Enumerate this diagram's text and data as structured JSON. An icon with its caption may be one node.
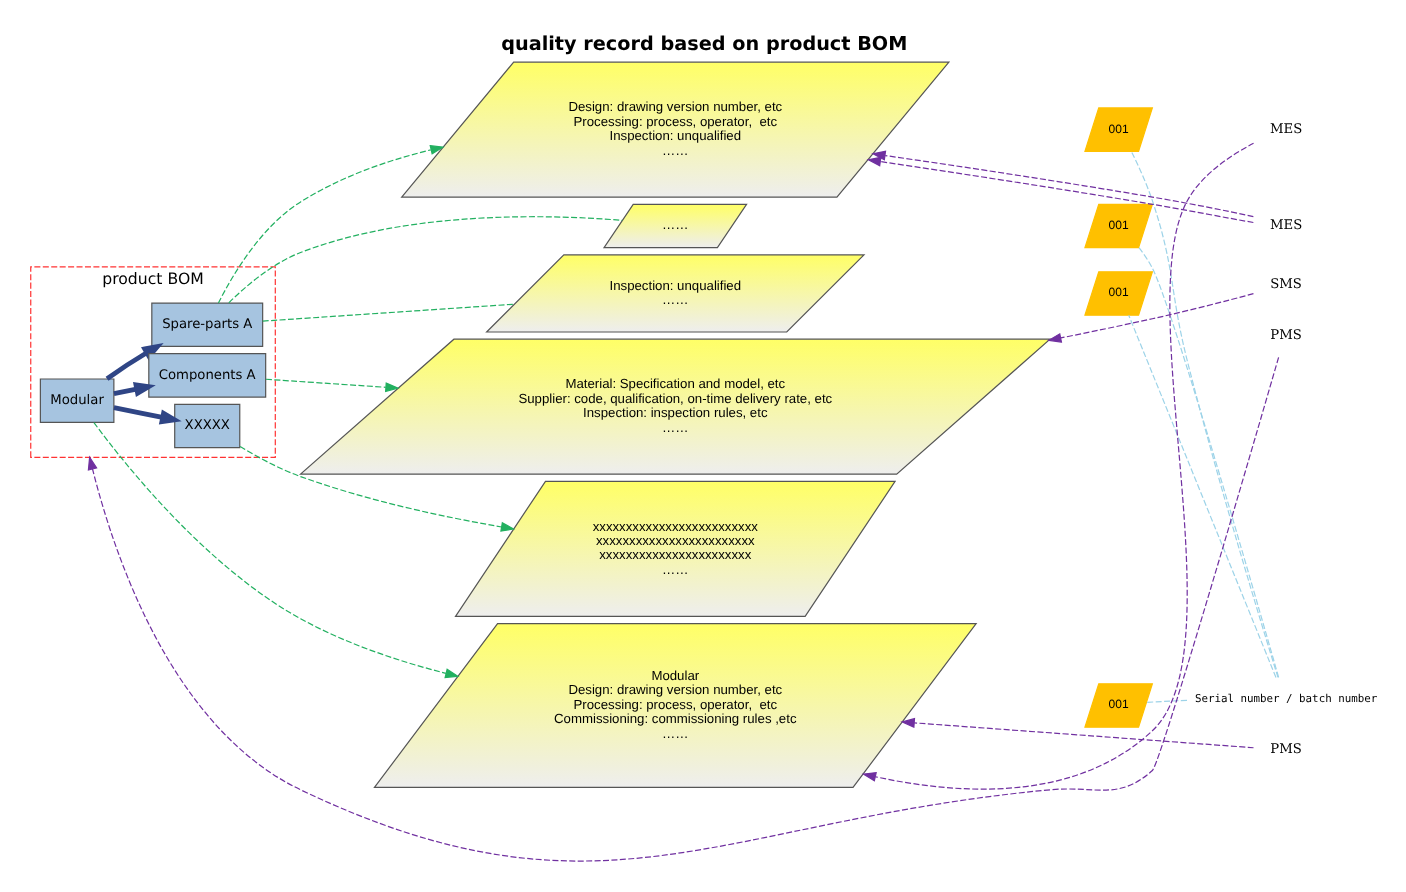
{
  "diagram": {
    "title": "quality record based on product BOM",
    "nodes": [
      {
        "text": [
          "product BOM"
        ]
      },
      {
        "text": [
          "Modular"
        ],
        "in": 0
      },
      {
        "text": [
          "Spare-parts A"
        ],
        "in": 0
      },
      {
        "text": [
          "Components A"
        ],
        "in": 0
      },
      {
        "text": [
          "XXXXX"
        ],
        "in": 0
      },
      {
        "text": [
          "Modular",
          "Design: drawing version number, etc",
          "Processing: process, operator,  etc",
          "Commissioning: commissioning rules ,etc",
          "……"
        ]
      },
      {
        "text": [
          "Design: drawing version number, etc",
          "Processing: process, operator,  etc",
          "Inspection: unqualified",
          "……"
        ]
      },
      {
        "text": [
          "……"
        ]
      },
      {
        "text": [
          "Inspection: unqualified",
          "……"
        ]
      },
      {
        "text": [
          "Material: Specification and model, etc",
          "Supplier: code, qualification, on-time delivery rate, etc",
          "Inspection: inspection rules, etc",
          "……"
        ]
      },
      {
        "text": [
          "xxxxxxxxxxxxxxxxxxxxxxxxx",
          "xxxxxxxxxxxxxxxxxxxxxxxx",
          "xxxxxxxxxxxxxxxxxxxxxxx",
          "……"
        ]
      },
      {
        "text": [
          "001"
        ]
      },
      {
        "text": [
          "001"
        ]
      },
      {
        "text": [
          "001"
        ]
      },
      {
        "text": [
          "001"
        ]
      },
      {
        "text": [
          "Serial number / batch number"
        ]
      },
      {
        "text": [
          "PMS"
        ]
      },
      {
        "text": [
          "MES"
        ]
      },
      {
        "text": [
          "MES"
        ]
      },
      {
        "text": [
          "SMS"
        ]
      },
      {
        "text": [
          "PMS"
        ]
      }
    ],
    "edges": [
      {
        "from": 1,
        "to": 2,
        "arrow": "to",
        "style": "thick",
        "color": "#2f4585"
      },
      {
        "from": 1,
        "to": 3,
        "arrow": "to",
        "style": "thick",
        "color": "#2f4585"
      },
      {
        "from": 1,
        "to": 4,
        "arrow": "to",
        "style": "thick",
        "color": "#2f4585"
      },
      {
        "from": 1,
        "to": 5,
        "arrow": "to",
        "style": "dashed",
        "color": "#22b060"
      },
      {
        "from": 2,
        "to": 6,
        "arrow": "to",
        "style": "dashed",
        "color": "#22b060"
      },
      {
        "from": 2,
        "to": 7,
        "arrow": "none",
        "style": "dashed",
        "color": "#22b060"
      },
      {
        "from": 2,
        "to": 8,
        "arrow": "none",
        "style": "dashed",
        "color": "#22b060"
      },
      {
        "from": 3,
        "to": 9,
        "arrow": "to",
        "style": "dashed",
        "color": "#22b060"
      },
      {
        "from": 4,
        "to": 10,
        "arrow": "to",
        "style": "dashed",
        "color": "#22b060"
      },
      {
        "from": 16,
        "to": 5,
        "arrow": "to",
        "style": "dashed",
        "color": "#7030a0"
      },
      {
        "from": 17,
        "to": 5,
        "arrow": "to",
        "style": "dashed",
        "color": "#7030a0"
      },
      {
        "from": 18,
        "to": 6,
        "arrow": "to",
        "style": "dashed",
        "color": "#7030a0"
      },
      {
        "from": 18,
        "to": 6,
        "arrow": "to",
        "style": "dashed",
        "color": "#7030a0"
      },
      {
        "from": 19,
        "to": 9,
        "arrow": "to",
        "style": "dashed",
        "color": "#7030a0"
      },
      {
        "from": 20,
        "to": 0,
        "arrow": "to",
        "style": "dashed",
        "color": "#7030a0"
      },
      {
        "from": 15,
        "to": 11,
        "arrow": "none",
        "style": "dashed",
        "color": "#9dd3e8"
      },
      {
        "from": 15,
        "to": 12,
        "arrow": "none",
        "style": "dashed",
        "color": "#9dd3e8"
      },
      {
        "from": 15,
        "to": 13,
        "arrow": "none",
        "style": "dashed",
        "color": "#9dd3e8"
      },
      {
        "from": 15,
        "to": 14,
        "arrow": "none",
        "style": "dashed",
        "color": "#9dd3e8"
      }
    ]
  }
}
